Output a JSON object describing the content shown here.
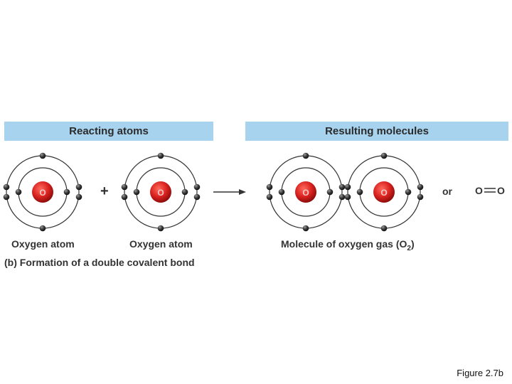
{
  "headers": {
    "reacting": "Reacting atoms",
    "resulting": "Resulting molecules"
  },
  "atom_symbol": "O",
  "plus": "+",
  "or": "or",
  "structural_formula": {
    "left": "O",
    "right": "O"
  },
  "labels": {
    "atom1": "Oxygen atom",
    "atom2": "Oxygen atom",
    "molecule_prefix": "Molecule of oxygen gas (O",
    "molecule_sub": "2",
    "molecule_suffix": ")"
  },
  "caption": "(b) Formation of a double covalent bond",
  "figure_label": "Figure 2.7b",
  "colors": {
    "header_bar": "#a7d3ee",
    "nucleus": "#d8211f",
    "electron": "#3a3a3a",
    "orbit": "#333333"
  }
}
